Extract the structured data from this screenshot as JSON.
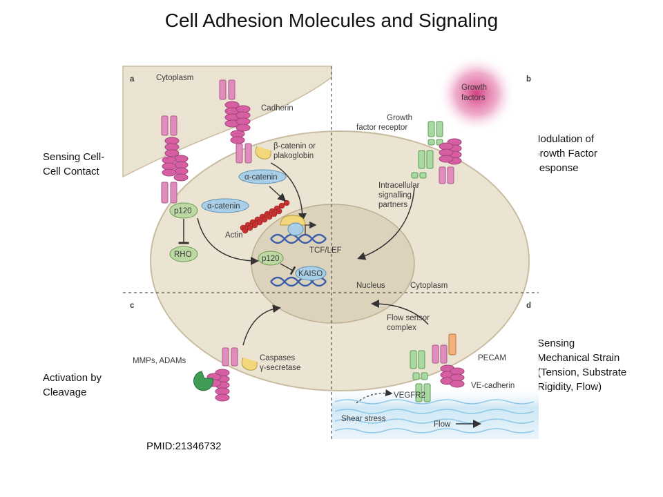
{
  "title": "Cell Adhesion Molecules and Signaling",
  "side_labels": {
    "top_left": "Sensing Cell-\nCell Contact",
    "top_right": "Modulation of\nGrowth Factor\nResponse",
    "bottom_left": "Activation by\nCleavage",
    "bottom_right": "Sensing\nMechanical Strain\n(Tension, Substrate\nRigidity, Flow)"
  },
  "source_note": "PMID:21346732",
  "panels": {
    "a": "a",
    "b": "b",
    "c": "c",
    "d": "d"
  },
  "figure_labels": {
    "cytoplasm_top": "Cytoplasm",
    "cadherin": "Cadherin",
    "beta_catenin_1": "β-catenin or",
    "beta_catenin_2": "plakoglobin",
    "alpha_catenin_upper": "α-catenin",
    "alpha_catenin_lower": "α-catenin",
    "p120_membrane": "p120",
    "rho": "RHO",
    "actin": "Actin",
    "tcf_lef": "TCF/LEF",
    "p120_nucleus": "p120",
    "kaiso": "KAISO",
    "nucleus": "Nucleus",
    "cytoplasm_cell": "Cytoplasm",
    "growth_factors_1": "Growth",
    "growth_factors_2": "factors",
    "gf_receptor_1": "Growth",
    "gf_receptor_2": "factor receptor",
    "intracellular_1": "Intracellular",
    "intracellular_2": "signalling",
    "intracellular_3": "partners",
    "mmps": "MMPs, ADAMs",
    "caspases_1": "Caspases",
    "caspases_2": "γ-secretase",
    "flow_sensor_1": "Flow sensor",
    "flow_sensor_2": "complex",
    "pecam": "PECAM",
    "ve_cadherin": "VE-cadherin",
    "vegfr2": "VEGFR2",
    "shear_stress": "Shear stress",
    "flow": "Flow"
  },
  "colors": {
    "cell_fill": "#ece4d2",
    "cell_stroke": "#c9bba0",
    "nucleus_fill": "#ddd2bb",
    "cadherin": "#e08cbd",
    "catenin_blue": "#a9cfe8",
    "p120_green": "#bcd9a4",
    "receptor_green": "#a8d9a0",
    "actin_red": "#c93030",
    "dna_blue": "#3a5fa8",
    "growth_factor": "#d2367e",
    "flow_blue": "#9fd0ec",
    "caspase_yellow": "#f3d77c",
    "mmp_green": "#3f9c57",
    "pecam_orange": "#f2b07a"
  }
}
